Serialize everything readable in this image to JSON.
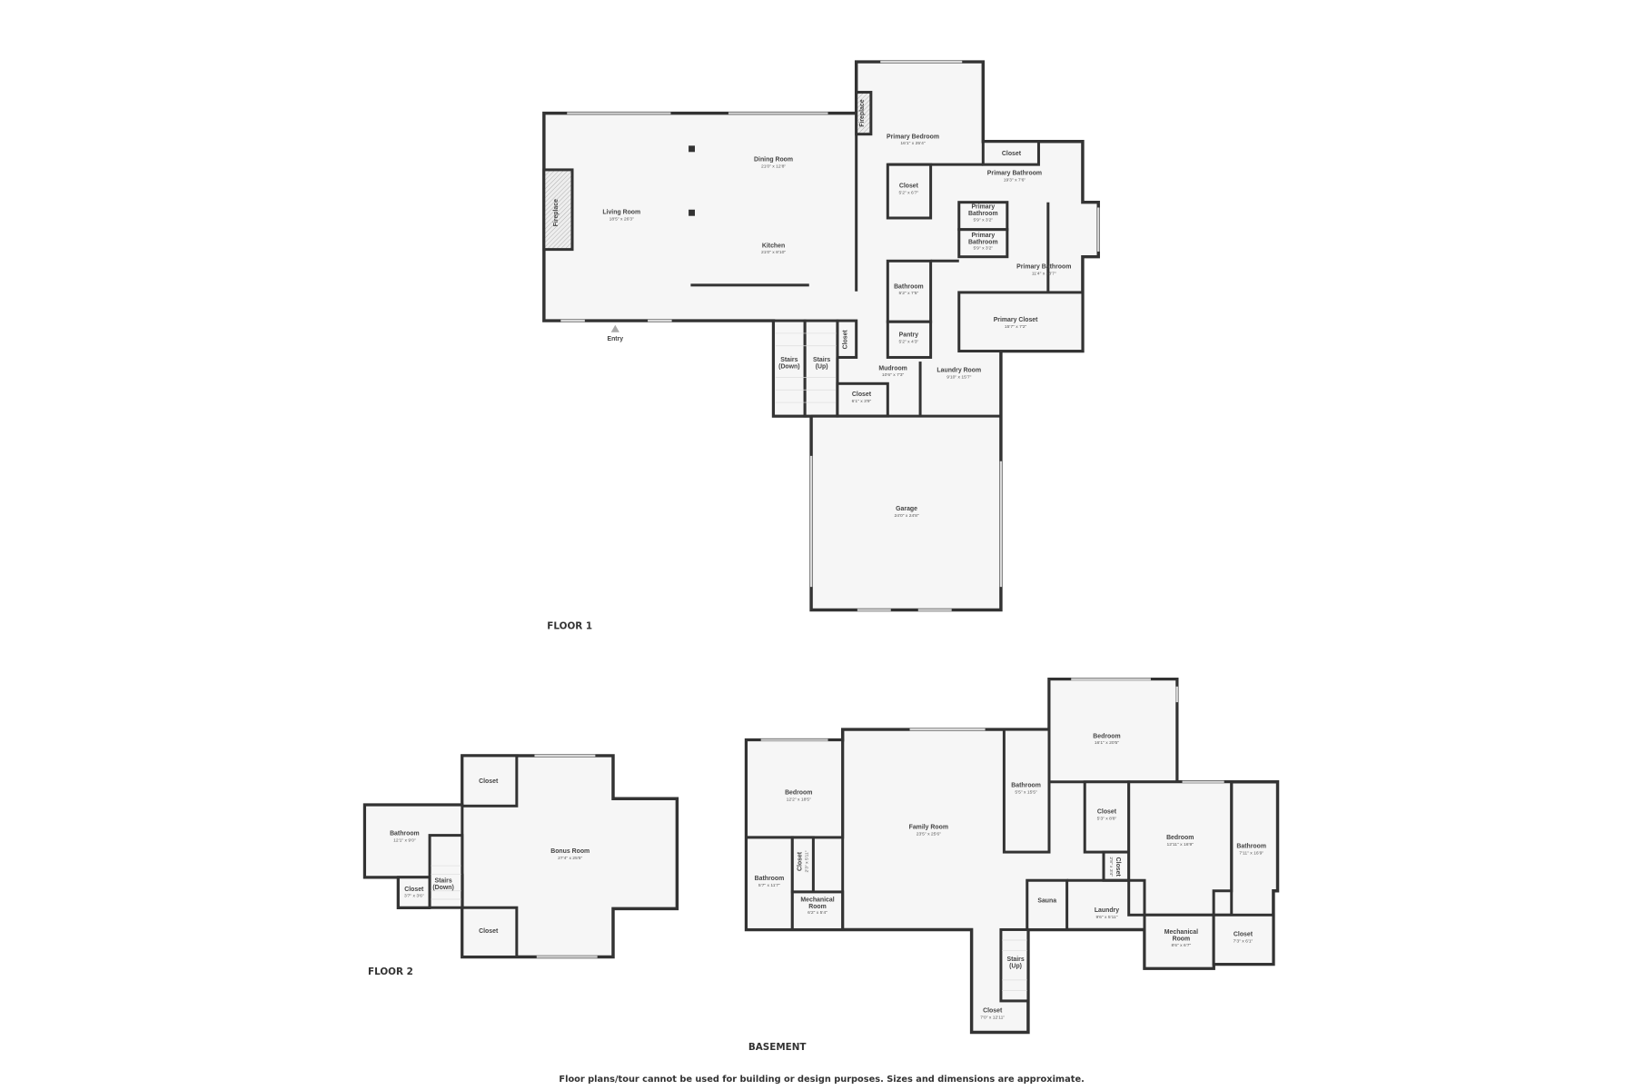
{
  "floors": [
    {
      "title": "FLOOR 1",
      "rooms": [
        {
          "name": "Living Room",
          "dims": "18'5\" x 26'3\""
        },
        {
          "name": "Dining Room",
          "dims": "21'0\" x 12'8\""
        },
        {
          "name": "Kitchen",
          "dims": "21'0\" x 8'10\""
        },
        {
          "name": "Fireplace",
          "dims": ""
        },
        {
          "name": "Primary Bedroom",
          "dims": "16'1\" x 25'4\""
        },
        {
          "name": "Fireplace",
          "dims": ""
        },
        {
          "name": "Closet",
          "dims": ""
        },
        {
          "name": "Primary Bathroom",
          "dims": "19'3\" x 7'6\""
        },
        {
          "name": "Closet",
          "dims": "5'2\" x 6'7\""
        },
        {
          "name": "Primary Bathroom",
          "dims": "5'9\" x 3'2\""
        },
        {
          "name": "Primary Bathroom",
          "dims": "5'9\" x 3'2\""
        },
        {
          "name": "Primary Bathroom",
          "dims": "11'4\" x 13'7\""
        },
        {
          "name": "Bathroom",
          "dims": "5'2\" x 7'5\""
        },
        {
          "name": "Primary Closet",
          "dims": "15'7\" x 7'2\""
        },
        {
          "name": "Pantry",
          "dims": "5'2\" x 4'3\""
        },
        {
          "name": "Closet",
          "dims": ""
        },
        {
          "name": "Stairs (Down)",
          "dims": ""
        },
        {
          "name": "Stairs (Up)",
          "dims": ""
        },
        {
          "name": "Mudroom",
          "dims": "10'6\" x 7'3\""
        },
        {
          "name": "Laundry Room",
          "dims": "9'10\" x 15'7\""
        },
        {
          "name": "Closet",
          "dims": "6'1\" x 3'9\""
        },
        {
          "name": "Garage",
          "dims": "24'0\" x 24'8\""
        },
        {
          "name": "Entry",
          "dims": ""
        }
      ]
    },
    {
      "title": "FLOOR 2",
      "rooms": [
        {
          "name": "Closet",
          "dims": ""
        },
        {
          "name": "Bathroom",
          "dims": "12'1\" x 9'0\""
        },
        {
          "name": "Bonus Room",
          "dims": "27'4\" x 25'5\""
        },
        {
          "name": "Closet",
          "dims": "3'7\" x 3'6\""
        },
        {
          "name": "Stairs (Down)",
          "dims": ""
        },
        {
          "name": "Closet",
          "dims": ""
        }
      ]
    },
    {
      "title": "BASEMENT",
      "rooms": [
        {
          "name": "Bedroom",
          "dims": "12'2\" x 18'5\""
        },
        {
          "name": "Family Room",
          "dims": "23'5\" x 25'6\""
        },
        {
          "name": "Bathroom",
          "dims": "5'5\" x 15'5\""
        },
        {
          "name": "Bedroom",
          "dims": "16'1\" x 20'5\""
        },
        {
          "name": "Closet",
          "dims": "5'3\" x 8'8\""
        },
        {
          "name": "Bedroom",
          "dims": "12'11\" x 16'9\""
        },
        {
          "name": "Bathroom",
          "dims": "7'11\" x 16'9\""
        },
        {
          "name": "Closet",
          "dims": "2'8\" x 3'4\""
        },
        {
          "name": "Closet",
          "dims": "2'3\" x 5'11\""
        },
        {
          "name": "Bathroom",
          "dims": "5'7\" x 11'7\""
        },
        {
          "name": "Mechanical Room",
          "dims": "6'2\" x 5'4\""
        },
        {
          "name": "Sauna",
          "dims": ""
        },
        {
          "name": "Laundry",
          "dims": "9'6\" x 5'11\""
        },
        {
          "name": "Mechanical Room",
          "dims": "8'6\" x 6'7\""
        },
        {
          "name": "Closet",
          "dims": "7'3\" x 6'1\""
        },
        {
          "name": "Stairs (Up)",
          "dims": ""
        },
        {
          "name": "Closet",
          "dims": "7'0\" x 12'11\""
        }
      ]
    }
  ],
  "disclaimer": "Floor plans/tour cannot be used for building or design purposes. Sizes and dimensions are approximate.",
  "colors": {
    "wall": "#333333",
    "floor": "#f6f6f6",
    "window": "#d8d8d8"
  }
}
